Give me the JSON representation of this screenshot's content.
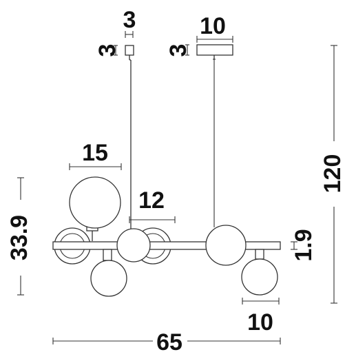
{
  "labels": {
    "canopy_small_width": "3",
    "canopy_small_height": "3",
    "canopy_large_width": "10",
    "canopy_large_height": "3",
    "globe_large": "15",
    "globe_mid": "12",
    "total_height": "120",
    "body_height": "33.9",
    "bar_thickness": "1.9",
    "globe_small": "10",
    "total_width": "65"
  },
  "colors": {
    "line": "#333333",
    "text": "#111111",
    "background": "#ffffff"
  }
}
